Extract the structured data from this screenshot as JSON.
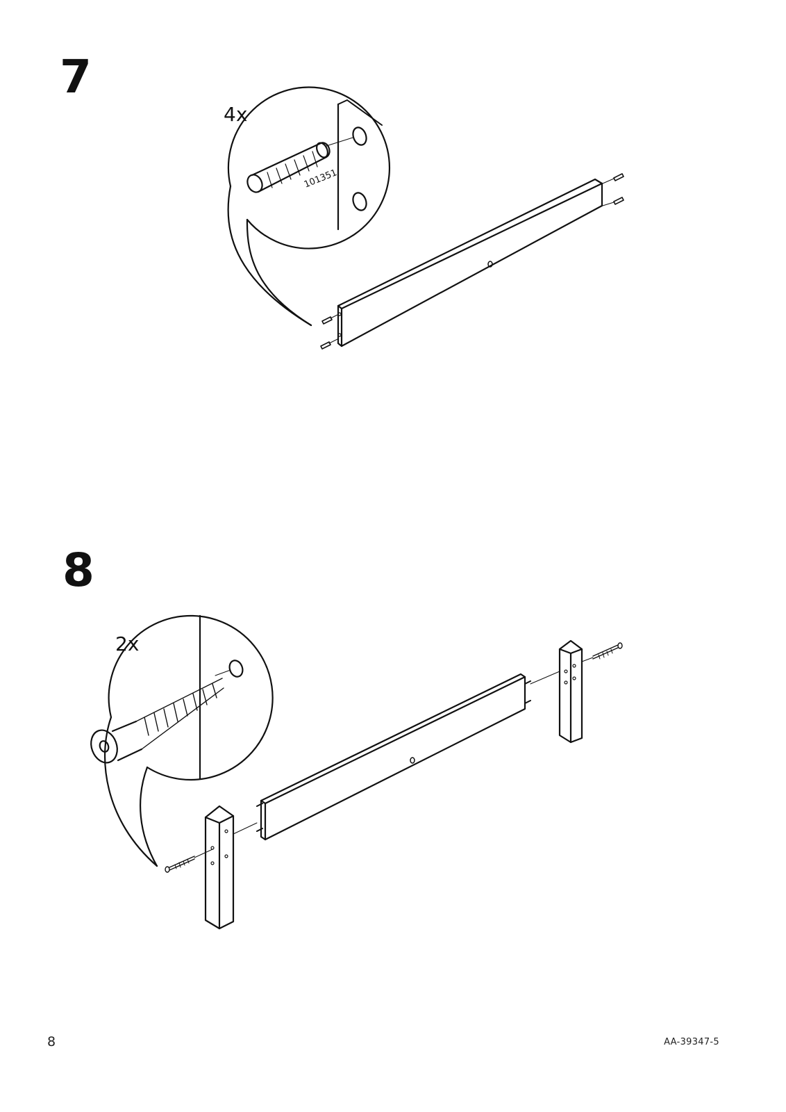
{
  "steps": [
    {
      "number": "7",
      "quantity": "4x",
      "part_number": "101351"
    },
    {
      "number": "8",
      "quantity": "2x"
    }
  ],
  "footer": {
    "page_number": "8",
    "document_code": "AA-39347-5"
  }
}
